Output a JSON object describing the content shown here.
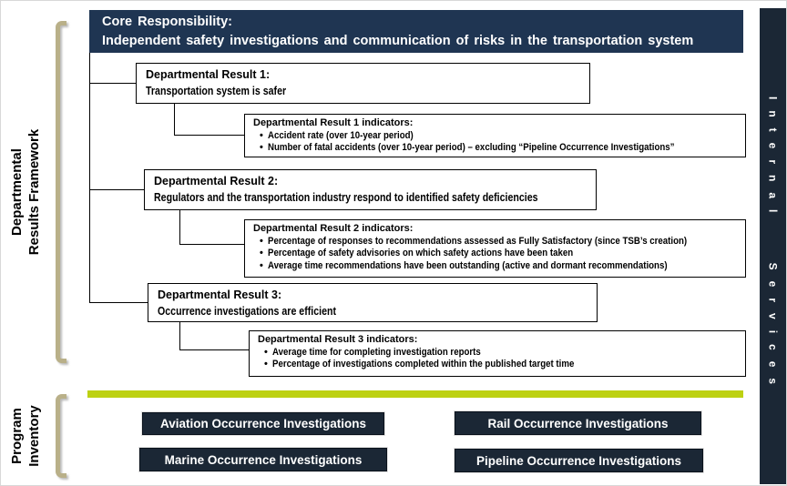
{
  "colors": {
    "navy": "#1f3552",
    "dark-navy": "#1b2735",
    "green": "#bdd112",
    "tan": "#b9b089",
    "line": "#000000"
  },
  "header": {
    "line1": "Core Responsibility:",
    "line2": "Independent safety investigations and communication of risks in the transportation system"
  },
  "side_labels": {
    "framework_line1": "Departmental",
    "framework_line2": "Results Framework",
    "program_line1": "Program",
    "program_line2": "Inventory",
    "internal_services": "Internal Services"
  },
  "bullet_glyph": "•",
  "results": [
    {
      "title": "Departmental Result 1:",
      "statement": "Transportation system is safer",
      "indicators_title": "Departmental Result 1 indicators:",
      "indicators": [
        "Accident rate (over 10-year period)",
        "Number of fatal accidents (over 10-year period) – excluding “Pipeline Occurrence Investigations”"
      ]
    },
    {
      "title": "Departmental Result 2:",
      "statement": "Regulators and the transportation industry respond to identified safety deficiencies",
      "indicators_title": "Departmental Result 2 indicators:",
      "indicators": [
        "Percentage of responses to recommendations assessed as Fully Satisfactory (since TSB’s creation)",
        "Percentage of safety advisories on which safety actions have been taken",
        "Average time recommendations have been outstanding (active and dormant recommendations)"
      ]
    },
    {
      "title": "Departmental Result 3:",
      "statement": "Occurrence investigations are efficient",
      "indicators_title": "Departmental Result 3 indicators:",
      "indicators": [
        "Average time for completing investigation reports",
        "Percentage of investigations completed within the published target time"
      ]
    }
  ],
  "programs": [
    "Aviation Occurrence Investigations",
    "Rail Occurrence Investigations",
    "Marine Occurrence Investigations",
    "Pipeline Occurrence Investigations"
  ]
}
